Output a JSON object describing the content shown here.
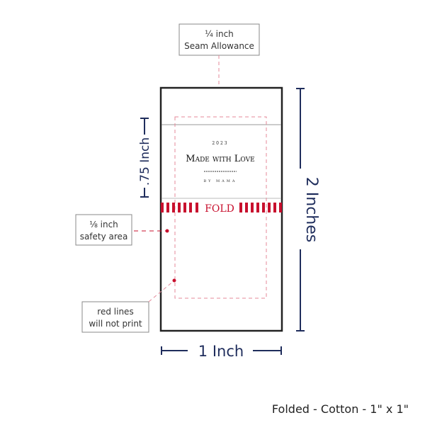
{
  "callouts": {
    "seam": {
      "line1": "¼ inch",
      "line2": "Seam Allowance"
    },
    "safety": {
      "line1": "⅛ inch",
      "line2": "safety area"
    },
    "red_lines": {
      "line1": "red lines",
      "line2": "will not print"
    }
  },
  "dimensions": {
    "height_fold": ".75 Inch",
    "height_total": "2 Inches",
    "width": "1 Inch"
  },
  "label": {
    "year": "2023",
    "title": "Made with Love",
    "byline": "BY MAMA",
    "fold": "FOLD"
  },
  "footer": "Folded - Cotton - 1\" x 1\"",
  "colors": {
    "navy": "#1f2d5c",
    "red": "#c8102e",
    "pink": "#e48a9a"
  }
}
